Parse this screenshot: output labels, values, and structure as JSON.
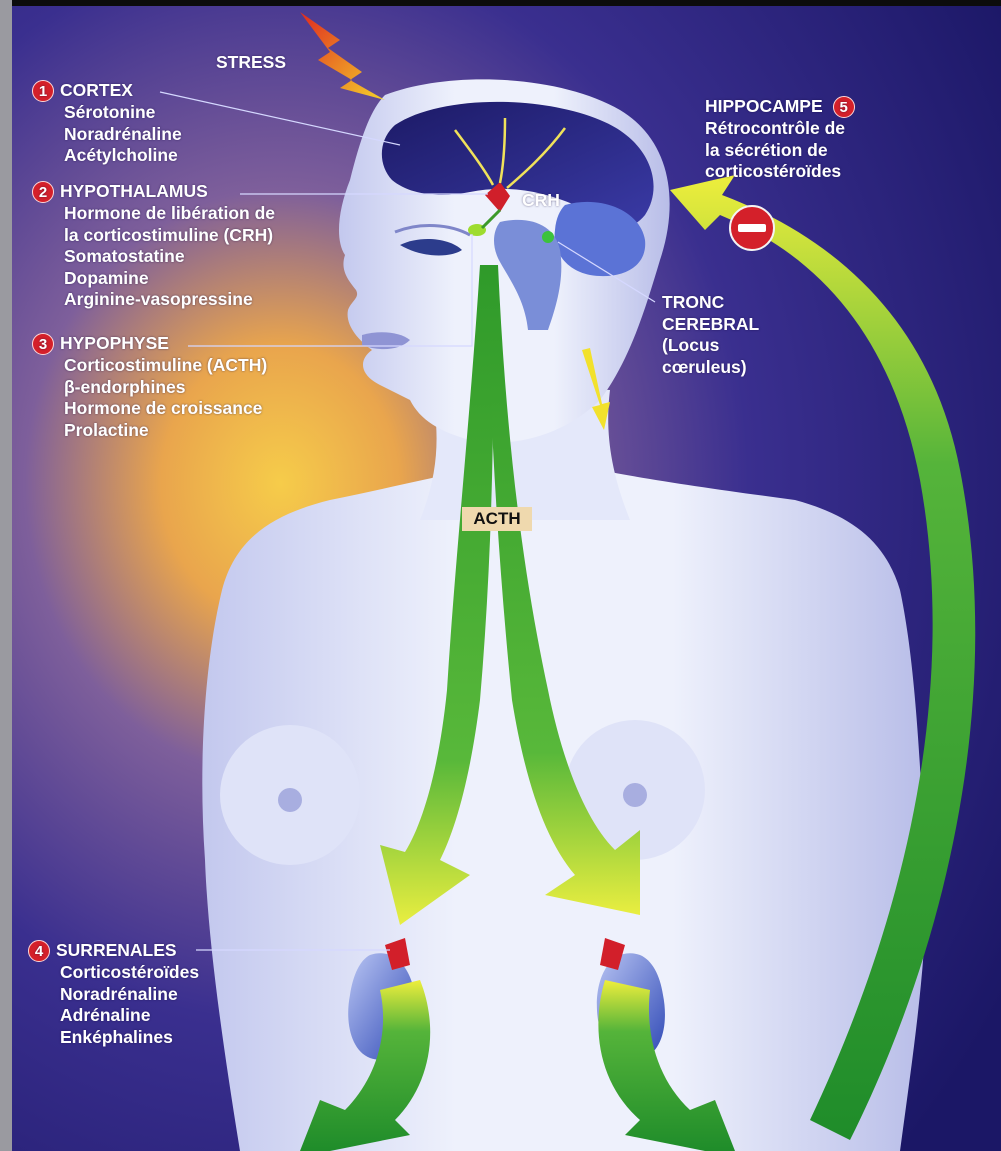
{
  "stress": "STRESS",
  "crh": "CRH",
  "acth": "ACTH",
  "cortex": {
    "num": "1",
    "title": "CORTEX",
    "items": [
      "Sérotonine",
      "Noradrénaline",
      "Acétylcholine"
    ]
  },
  "hypothalamus": {
    "num": "2",
    "title": "HYPOTHALAMUS",
    "items": [
      "Hormone de libération de",
      "la corticostimuline (CRH)",
      "Somatostatine",
      "Dopamine",
      "Arginine-vasopressine"
    ]
  },
  "hypophyse": {
    "num": "3",
    "title": "HYPOPHYSE",
    "items": [
      "Corticostimuline (ACTH)",
      "β-endorphines",
      "Hormone de croissance",
      "Prolactine"
    ]
  },
  "surrenales": {
    "num": "4",
    "title": "SURRENALES",
    "items": [
      "Corticostéroïdes",
      "Noradrénaline",
      "Adrénaline",
      "Enképhalines"
    ]
  },
  "hippocampe": {
    "num": "5",
    "title": "HIPPOCAMPE",
    "items": [
      "Rétrocontrôle de",
      "la sécrétion de",
      "corticostéroïdes"
    ]
  },
  "tronc": {
    "items": [
      "TRONC",
      "CEREBRAL",
      "(Locus",
      "cœruleus)"
    ]
  },
  "colors": {
    "background": "#1e1a6b",
    "glow": "#f2c24a",
    "body": "#e8ecfb",
    "arrow_green": "#2fa32a",
    "arrow_yellow": "#e8e83a",
    "marker_red": "#d4202a"
  },
  "icons": {
    "stress": "lightning-bolt-icon",
    "inhibition": "minus-sign-icon"
  }
}
